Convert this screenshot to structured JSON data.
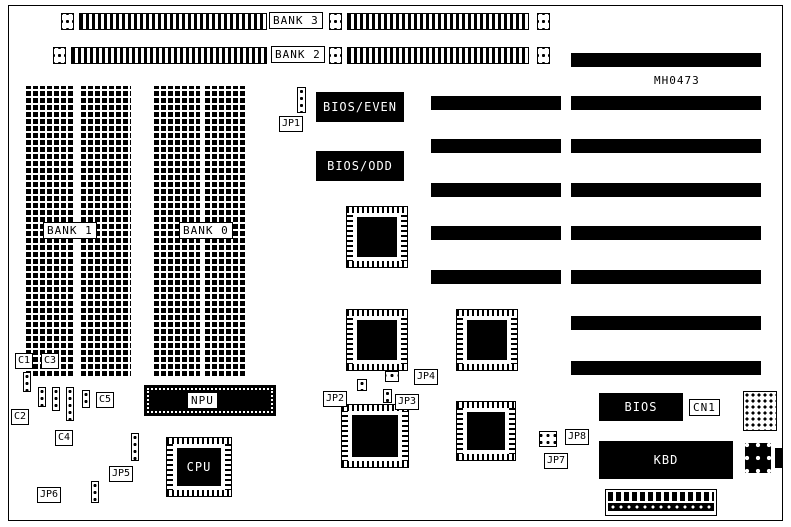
{
  "board": {
    "part_number": "MH0473",
    "memory": {
      "simm_bank_top": "BANK 3",
      "simm_bank_bottom": "BANK 2",
      "dram_bank_left": "BANK 1",
      "dram_bank_right": "BANK 0"
    },
    "chips": {
      "bios_even": "BIOS/EVEN",
      "bios_odd": "BIOS/ODD",
      "npu": "NPU",
      "cpu": "CPU",
      "bios": "BIOS",
      "keyboard_controller": "KBD"
    },
    "connectors": {
      "cn1": "CN1"
    },
    "jumpers": {
      "jp1": "JP1",
      "jp2": "JP2",
      "jp3": "JP3",
      "jp4": "JP4",
      "jp5": "JP5",
      "jp6": "JP6",
      "jp7": "JP7",
      "jp8": "JP8"
    },
    "capacitors": {
      "c1": "C1",
      "c2": "C2",
      "c3": "C3",
      "c4": "C4",
      "c5": "C5"
    }
  }
}
